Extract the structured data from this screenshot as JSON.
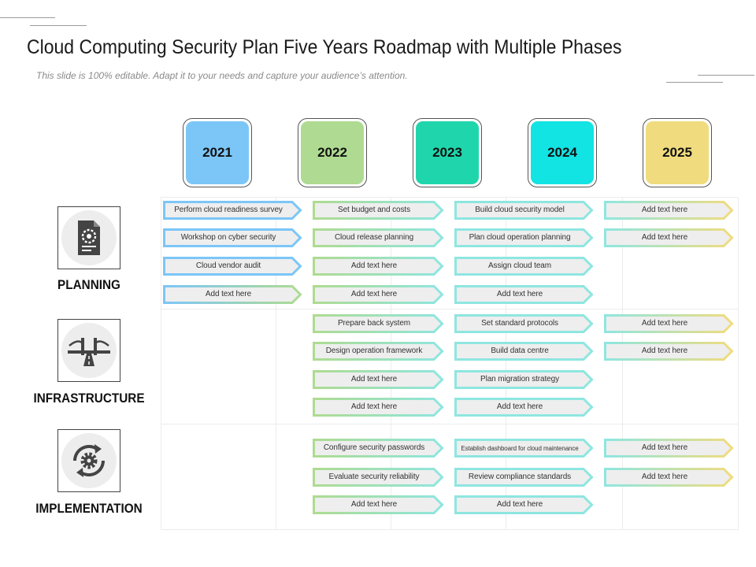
{
  "title": "Cloud Computing Security Plan Five Years Roadmap with Multiple Phases",
  "subtitle": "This slide is 100% editable. Adapt it to your needs and capture your audience’s attention.",
  "colors": {
    "2021": "#7cc6f7",
    "2022": "#aedb91",
    "2023": "#1fd6ac",
    "2024": "#12e3e3",
    "2025": "#f0dc7e"
  },
  "years": [
    "2021",
    "2022",
    "2023",
    "2024",
    "2025"
  ],
  "categories": [
    {
      "label": "PLANNING",
      "icon": "document-gear-icon"
    },
    {
      "label": "INFRASTRUCTURE",
      "icon": "bridge-road-icon"
    },
    {
      "label": "IMPLEMENTATION",
      "icon": "rotating-gear-icon"
    }
  ],
  "planning": {
    "col_2021": [
      "Perform cloud readiness survey",
      "Workshop on cyber security",
      "Cloud vendor audit",
      "Add text here"
    ],
    "col_2022": [
      "Set budget and costs",
      "Cloud release planning",
      "Add text here",
      "Add text here"
    ],
    "col_2023": [
      "Build cloud security model",
      "Plan cloud operation planning",
      "Assign cloud team",
      "Add text here"
    ],
    "col_2025": [
      "Add text here",
      "Add text here"
    ]
  },
  "infrastructure": {
    "col_2022": [
      "Prepare back system",
      "Design operation framework",
      "Add text here",
      "Add text here"
    ],
    "col_2023": [
      "Set standard protocols",
      "Build data centre",
      "Plan migration strategy",
      "Add text here"
    ],
    "col_2025": [
      "Add text here",
      "Add text here"
    ]
  },
  "implementation": {
    "col_2022": [
      "Configure security passwords",
      "Evaluate security reliability",
      "Add text here"
    ],
    "col_2023": [
      "Establish dashboard for cloud maintenance",
      "Review compliance standards",
      "Add text here"
    ],
    "col_2025": [
      "Add text here",
      "Add text here"
    ]
  }
}
